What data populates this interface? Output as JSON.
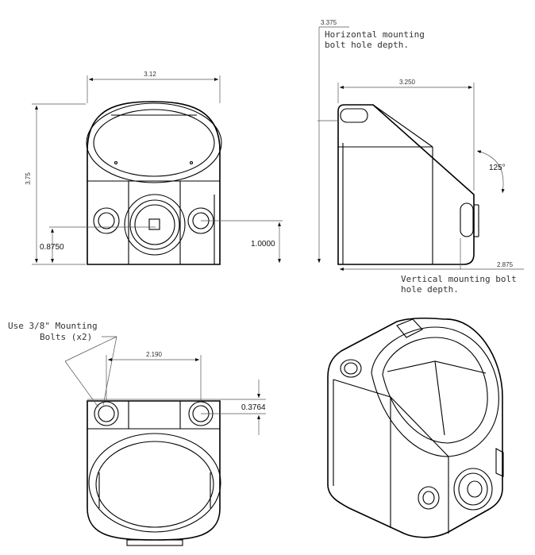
{
  "front_view": {
    "width_dim": "3.12",
    "height_dim": "3.75",
    "left_hole_height": "0.8750",
    "right_hole_height": "1.0000"
  },
  "side_view": {
    "top_dim": "3.375",
    "top_note_line1": "Horizontal mounting",
    "top_note_line2": "bolt hole depth.",
    "width_dim": "3.250",
    "angle_dim": "125°",
    "bottom_dim": "2.875",
    "bottom_note_line1": "Vertical mounting bolt",
    "bottom_note_line2": "hole depth."
  },
  "bottom_view": {
    "note_line1": "Use 3/8\" Mounting",
    "note_line2": "Bolts (x2)",
    "hole_spacing": "2.190",
    "hole_offset": "0.3764"
  }
}
